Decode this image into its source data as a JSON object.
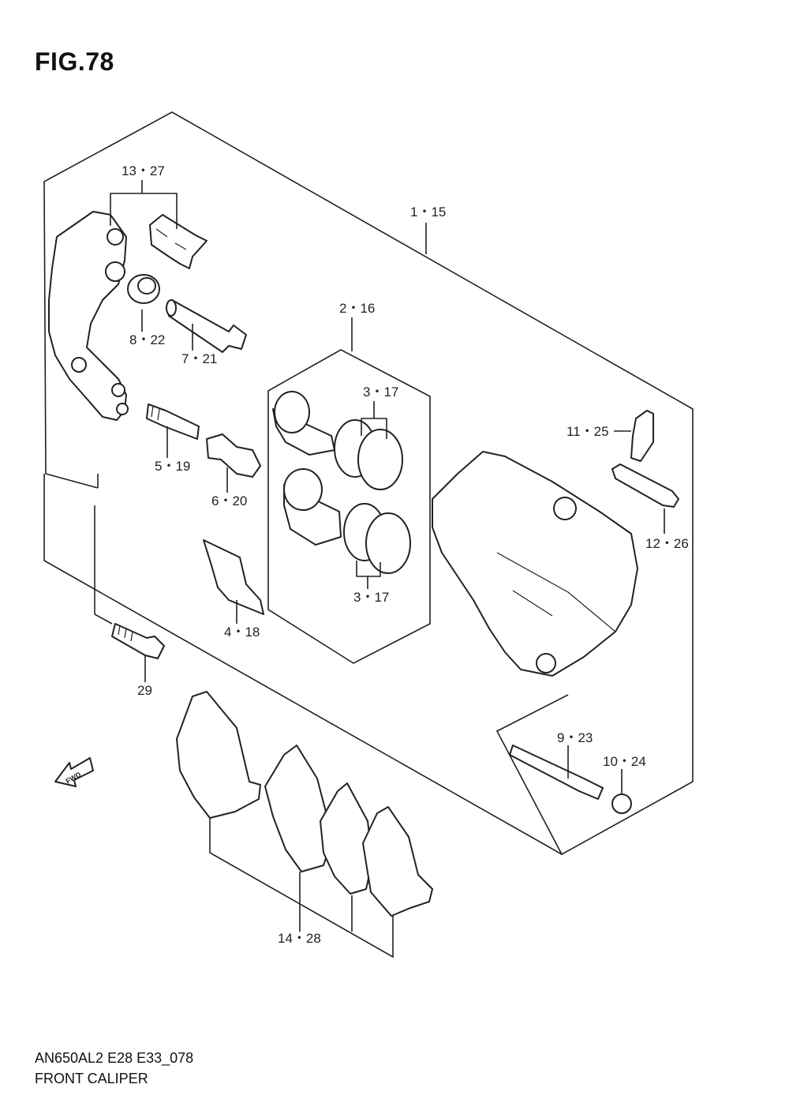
{
  "figure": {
    "title": "FIG.78"
  },
  "callouts": {
    "c13_27": "13・27",
    "c1_15": "1・15",
    "c2_16": "2・16",
    "c3_17_top": "3・17",
    "c3_17_bottom": "3・17",
    "c8_22": "8・22",
    "c7_21": "7・21",
    "c5_19": "5・19",
    "c6_20": "6・20",
    "c4_18": "4・18",
    "c29": "29",
    "c11_25": "11・25",
    "c12_26": "12・26",
    "c9_23": "9・23",
    "c10_24": "10・24",
    "c14_28": "14・28"
  },
  "fwd_arrow": {
    "label": "FWD"
  },
  "footer": {
    "code": "AN650AL2 E28 E33_078",
    "name": "FRONT CALIPER"
  }
}
